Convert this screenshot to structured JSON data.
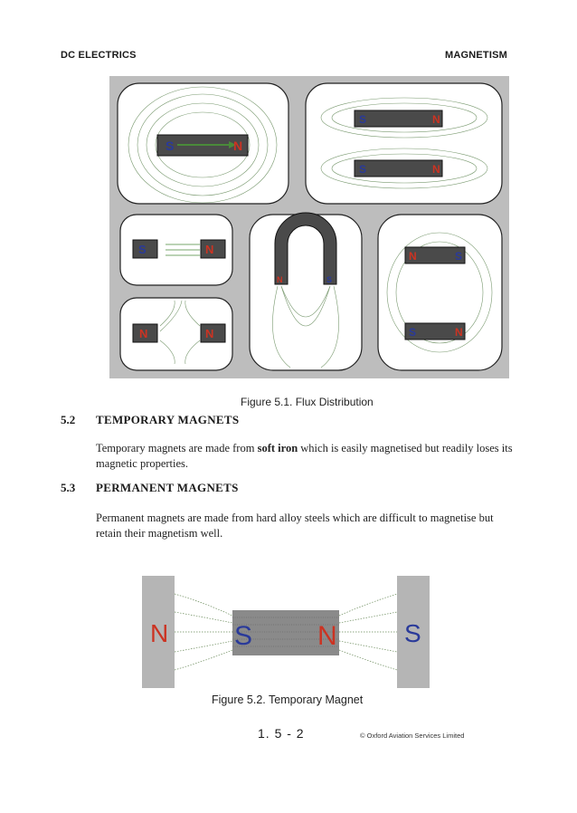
{
  "header": {
    "left": "DC ELECTRICS",
    "right": "MAGNETISM"
  },
  "figure1": {
    "caption": "Figure 5.1.  Flux Distribution",
    "pole_labels": {
      "bar_s": "S",
      "bar_n": "N",
      "pair_top_s": "S",
      "pair_top_n": "N",
      "pair_bot_s": "S",
      "pair_bot_n": "N",
      "attract_s": "S",
      "attract_n": "N",
      "repel_a": "N",
      "repel_b": "N",
      "horseshoe_n": "N",
      "horseshoe_s": "S",
      "stack_top_n": "N",
      "stack_top_s": "S",
      "stack_bot_s": "S",
      "stack_bot_n": "N"
    }
  },
  "sections": [
    {
      "number": "5.2",
      "title": "TEMPORARY MAGNETS",
      "text_pre": "Temporary magnets are made from ",
      "text_bold": "soft iron",
      "text_post": " which is easily magnetised but readily loses its magnetic properties."
    },
    {
      "number": "5.3",
      "title": "PERMANENT MAGNETS",
      "text": "Permanent magnets are made from hard alloy steels which are difficult to magnetise but retain their magnetism well."
    }
  ],
  "figure2": {
    "caption": "Figure 5.2.  Temporary Magnet",
    "labels": {
      "left_pole": "N",
      "bar_s": "S",
      "bar_n": "N",
      "right_pole": "S"
    }
  },
  "footer": {
    "page": "1. 5 - 2",
    "copyright": "© Oxford Aviation Services Limited"
  },
  "colors": {
    "north": "#cc3322",
    "south": "#2a3a9a",
    "field_lines": "#4a8a3a",
    "panel_bg": "#bdbdbd",
    "magnet": "#4a4a4a"
  }
}
